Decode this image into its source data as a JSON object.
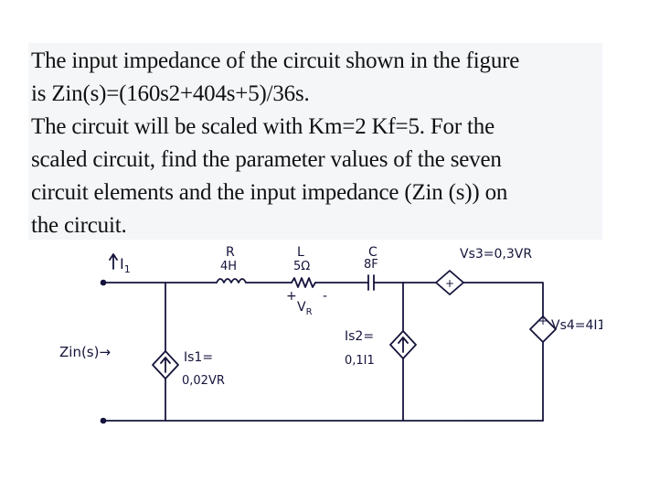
{
  "problem": {
    "lines": [
      "The input impedance of the circuit shown in the figure",
      "is Zin(s)=(160s2+404s+5)/36s.",
      "The circuit will be scaled with Km=2 Kf=5. For the",
      "scaled circuit, find the parameter values of the seven",
      "circuit elements and the input impedance (Zin (s)) on",
      "the circuit."
    ]
  },
  "figure": {
    "ink_color": "#14143c",
    "input_current": "I",
    "input_current_sub": "1",
    "input_impedance": "Zin(s)→",
    "inductor_name": "L",
    "inductor_value": "4H",
    "resistor_name": "R",
    "resistor_value": "5Ω",
    "capacitor_name": "C",
    "capacitor_value": "8F",
    "resistor_voltage": "V",
    "resistor_voltage_sub": "R",
    "plus": "+",
    "minus": "-",
    "source1_label": "Is1=",
    "source1_expr": "0,02VR",
    "source2_label": "Is2=",
    "source2_expr": "0,1I1",
    "source3_expr": "Vs3=0,3VR",
    "source4_expr": "Vs4=4I1"
  }
}
